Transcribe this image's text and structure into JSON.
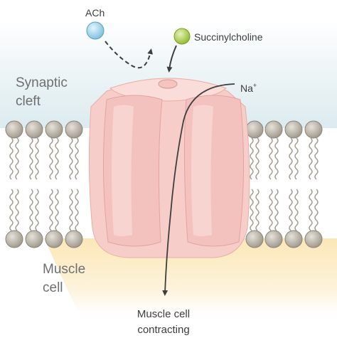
{
  "labels": {
    "ach": "ACh",
    "succinylcholine": "Succinylcholine",
    "na": "Na",
    "na_superscript": "+",
    "synaptic_cleft_line1": "Synaptic",
    "synaptic_cleft_line2": "cleft",
    "muscle_cell_line1": "Muscle",
    "muscle_cell_line2": "cell",
    "outcome_line1": "Muscle cell",
    "outcome_line2": "contracting"
  },
  "colors": {
    "synaptic_cleft_bg": "#dcebef",
    "muscle_cell_bg": "#fbe6b5",
    "receptor": "#f7cdc9",
    "receptor_shade": "#f0b8b4",
    "lipid_head": "#b1aba0",
    "ach_molecule": "#9fd4ec",
    "succinylcholine_molecule": "#b5d94c",
    "arrow": "#3e3e3e"
  }
}
